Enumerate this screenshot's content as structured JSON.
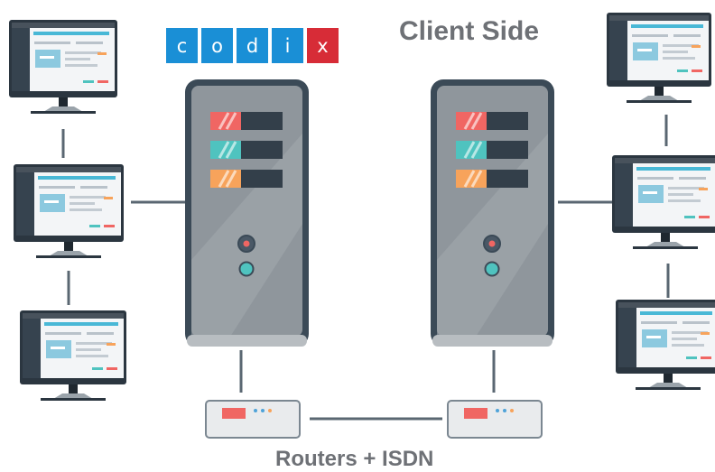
{
  "logo": {
    "letters": [
      {
        "char": "c",
        "color": "#1a8fd6"
      },
      {
        "char": "o",
        "color": "#1a8fd6"
      },
      {
        "char": "d",
        "color": "#1a8fd6"
      },
      {
        "char": "i",
        "color": "#1a8fd6"
      },
      {
        "char": "x",
        "color": "#d72c37"
      }
    ]
  },
  "labels": {
    "client_side": "Client Side",
    "routers": "Routers + ISDN"
  },
  "colors": {
    "server_frame": "#3b4a57",
    "server_body": "#8f969c",
    "drive_red": "#f06663",
    "drive_teal": "#4fc3bf",
    "drive_orange": "#f7a35b",
    "drive_slot": "#333f4a",
    "router_body": "#e9ebed",
    "connector": "#5a6772",
    "monitor_frame": "#2b3640",
    "screen_sidebar": "#36434f",
    "screen_accent": "#49b8d6"
  },
  "diagram": {
    "servers": [
      {
        "name": "server-left",
        "drives": [
          "red",
          "teal",
          "orange"
        ]
      },
      {
        "name": "server-right",
        "drives": [
          "red",
          "teal",
          "orange"
        ]
      }
    ],
    "routers": [
      "router-left",
      "router-right"
    ],
    "clients_left": [
      "client-left-1",
      "client-left-2",
      "client-left-3"
    ],
    "clients_right": [
      "client-right-1",
      "client-right-2",
      "client-right-3"
    ]
  }
}
